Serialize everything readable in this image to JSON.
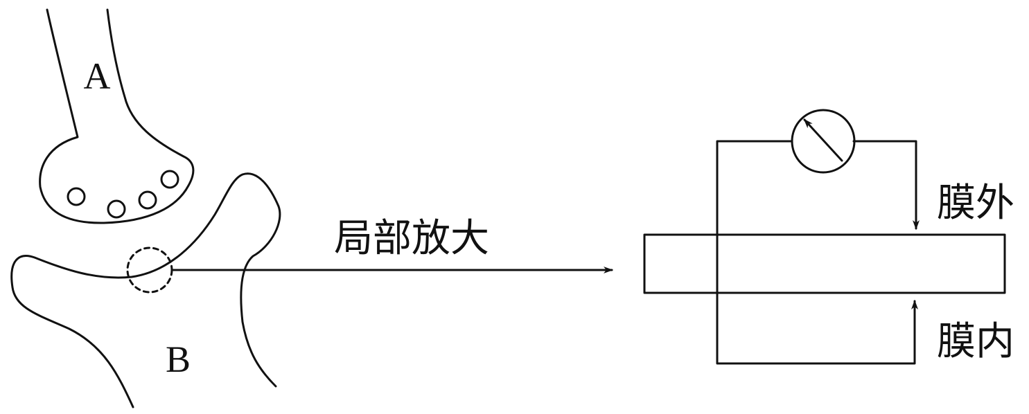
{
  "labels": {
    "neuron_a": "A",
    "neuron_b": "B",
    "magnify": "局部放大",
    "outside": "膜外",
    "inside": "膜内"
  },
  "icons": {
    "meter": "galvanometer-icon",
    "magnifier": "dashed-circle-icon"
  }
}
